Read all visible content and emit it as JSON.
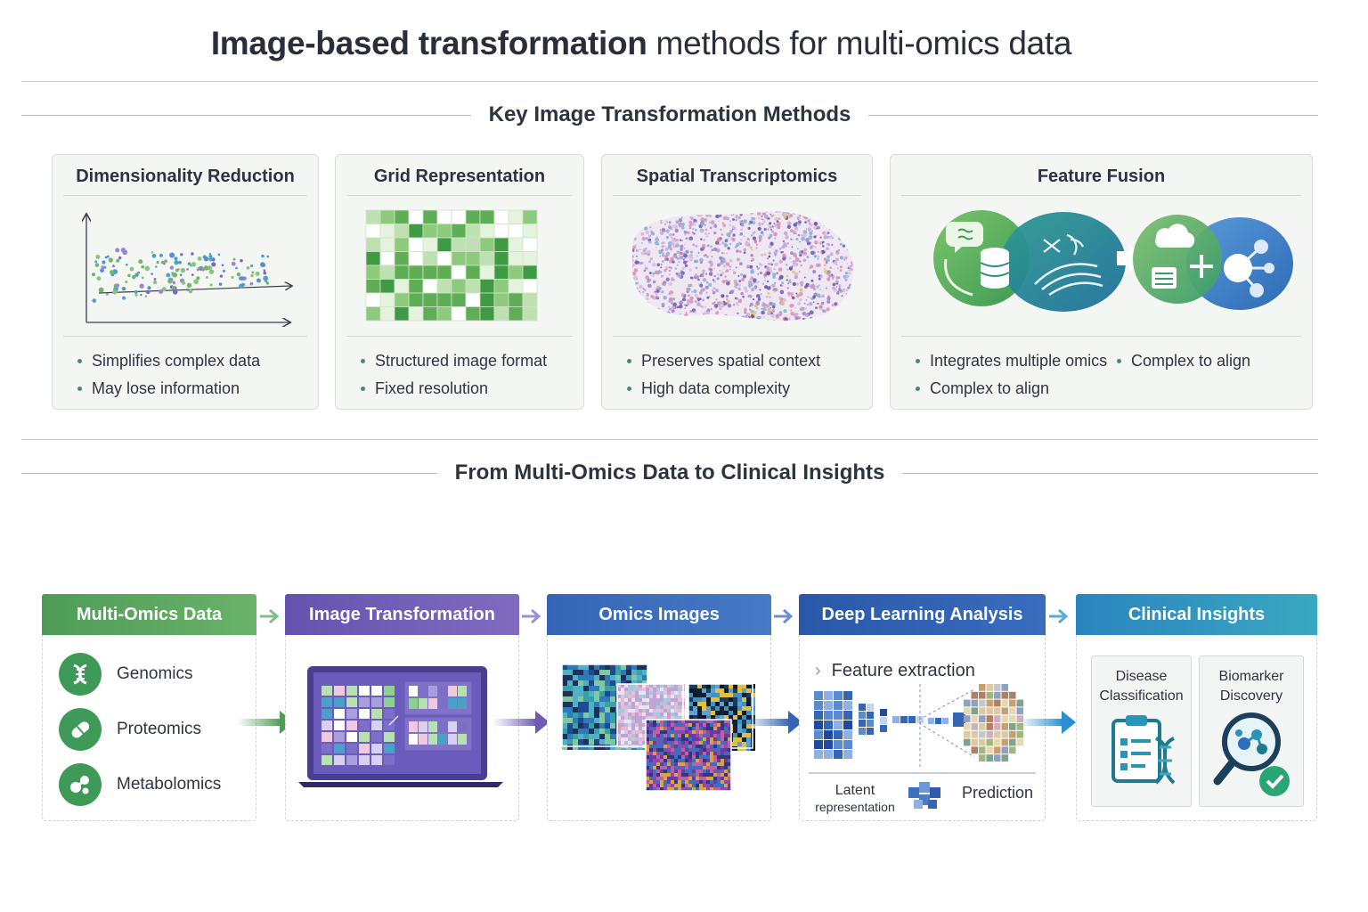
{
  "title": {
    "bold": "Image-based transformation",
    "rest": " methods for multi-omics data"
  },
  "sections": {
    "methods": "Key Image Transformation Methods",
    "pipeline": "From Multi-Omics Data to Clinical Insights"
  },
  "methods": [
    {
      "title": "Dimensionality Reduction",
      "bullets": [
        "Simplifies complex data",
        "May lose information"
      ]
    },
    {
      "title": "Grid Representation",
      "bullets": [
        "Structured image format",
        "Fixed resolution"
      ]
    },
    {
      "title": "Spatial Transcriptomics",
      "bullets": [
        "Preserves spatial context",
        "High data complexity"
      ]
    },
    {
      "title": "Feature Fusion",
      "bullets": [
        "Integrates multiple omics",
        "Complex to align"
      ],
      "bullets_right": [
        "Complex to align"
      ]
    }
  ],
  "pipeline": [
    {
      "title": "Multi-Omics Data",
      "color": "#4e9c56"
    },
    {
      "title": "Image Transformation",
      "color": "#6f5bb3"
    },
    {
      "title": "Omics Images",
      "color": "#3566b5"
    },
    {
      "title": "Deep Learning Analysis",
      "color": "#2f5fae"
    },
    {
      "title": "Clinical Insights",
      "color": "#2a93b8"
    }
  ],
  "omics": [
    "Genomics",
    "Proteomics",
    "Metabolomics"
  ],
  "deep_learning": {
    "feature_extraction": "Feature extraction",
    "latent_line1": "Latent",
    "latent_line2": "representation",
    "prediction": "Prediction"
  },
  "clinical": [
    {
      "line1": "Disease",
      "line2": "Classification"
    },
    {
      "line1": "Biomarker",
      "line2": "Discovery"
    }
  ],
  "icons": [
    "dna-icon",
    "pill-icon",
    "molecule-icon",
    "laptop-icon",
    "chevron-right-icon",
    "clipboard-dna-icon",
    "magnifier-check-icon",
    "database-icon",
    "chat-bubble-icon",
    "cloud-icon",
    "network-icon"
  ]
}
